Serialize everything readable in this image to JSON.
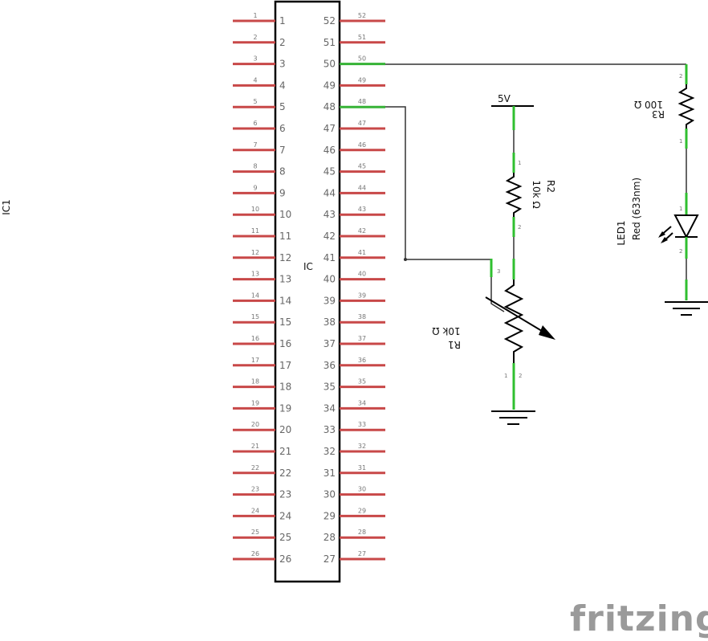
{
  "ic": {
    "ref": "IC1",
    "name": "IC",
    "pins_left": [
      "1",
      "2",
      "3",
      "4",
      "5",
      "6",
      "7",
      "8",
      "9",
      "10",
      "11",
      "12",
      "13",
      "14",
      "15",
      "16",
      "17",
      "18",
      "19",
      "20",
      "21",
      "22",
      "23",
      "24",
      "25",
      "26"
    ],
    "pins_right": [
      "52",
      "51",
      "50",
      "49",
      "48",
      "47",
      "46",
      "45",
      "44",
      "43",
      "42",
      "41",
      "40",
      "39",
      "38",
      "37",
      "36",
      "35",
      "34",
      "33",
      "32",
      "31",
      "30",
      "29",
      "28",
      "27"
    ],
    "connected_right_pins": [
      "50",
      "48"
    ]
  },
  "r1": {
    "ref": "R1",
    "value": "10k Ω",
    "pin1": "1",
    "pin2": "2",
    "pin3": "3"
  },
  "r2": {
    "ref": "R2",
    "value": "10k Ω",
    "pin1": "1",
    "pin2": "2"
  },
  "r3": {
    "ref": "R3",
    "value": "100 Ω",
    "pin1": "1",
    "pin2": "2"
  },
  "led": {
    "ref": "LED1",
    "value": "Red (633nm)",
    "pin1": "1",
    "pin2": "2"
  },
  "power": {
    "label": "5V"
  },
  "logo": "fritzing",
  "colors": {
    "pin": "#c84848",
    "connected": "#36b336",
    "wire": "#333333",
    "logo": "#9a9a9a"
  }
}
